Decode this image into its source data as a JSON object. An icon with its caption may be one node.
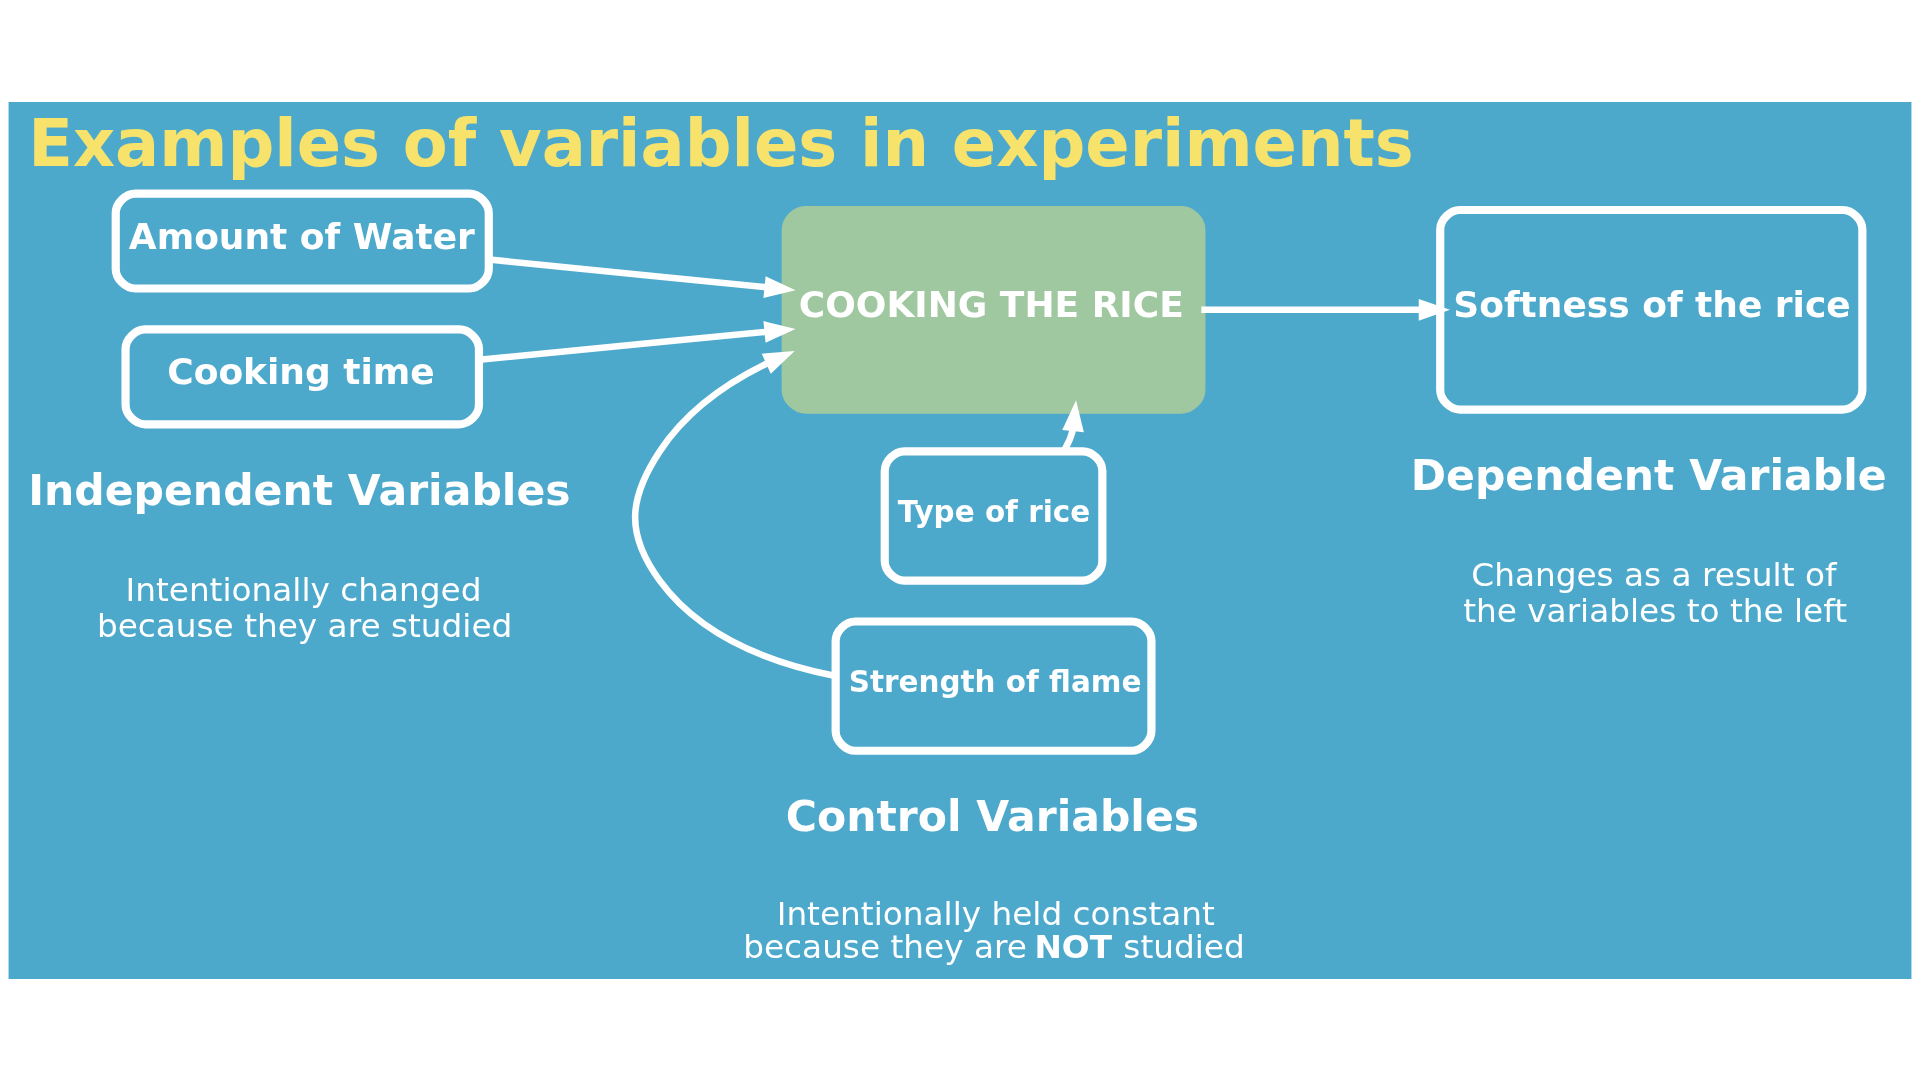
{
  "diagram": {
    "title": "Examples of variables in experiments",
    "nodes": [
      {
        "text": [
          "Amount of Water"
        ]
      },
      {
        "text": [
          "Cooking time"
        ]
      },
      {
        "text": [
          "COOKING THE RICE"
        ]
      },
      {
        "text": [
          "Softness of the rice"
        ]
      },
      {
        "text": [
          "Type of rice"
        ]
      },
      {
        "text": [
          "Strength of flame"
        ]
      }
    ],
    "edges": [
      {
        "from": 0,
        "to": 2,
        "arrow": "to"
      },
      {
        "from": 1,
        "to": 2,
        "arrow": "to"
      },
      {
        "from": 2,
        "to": 3,
        "arrow": "to"
      },
      {
        "from": 4,
        "to": 2,
        "arrow": "to"
      },
      {
        "from": 5,
        "to": 2,
        "arrow": "to"
      }
    ],
    "labels": [
      "Independent Variables",
      "Intentionally changed because they are studied",
      "Control Variables",
      "Intentionally held constant because they are **NOT** studied",
      "Dependent Variable",
      "Changes as a result of the variables to the left"
    ]
  }
}
